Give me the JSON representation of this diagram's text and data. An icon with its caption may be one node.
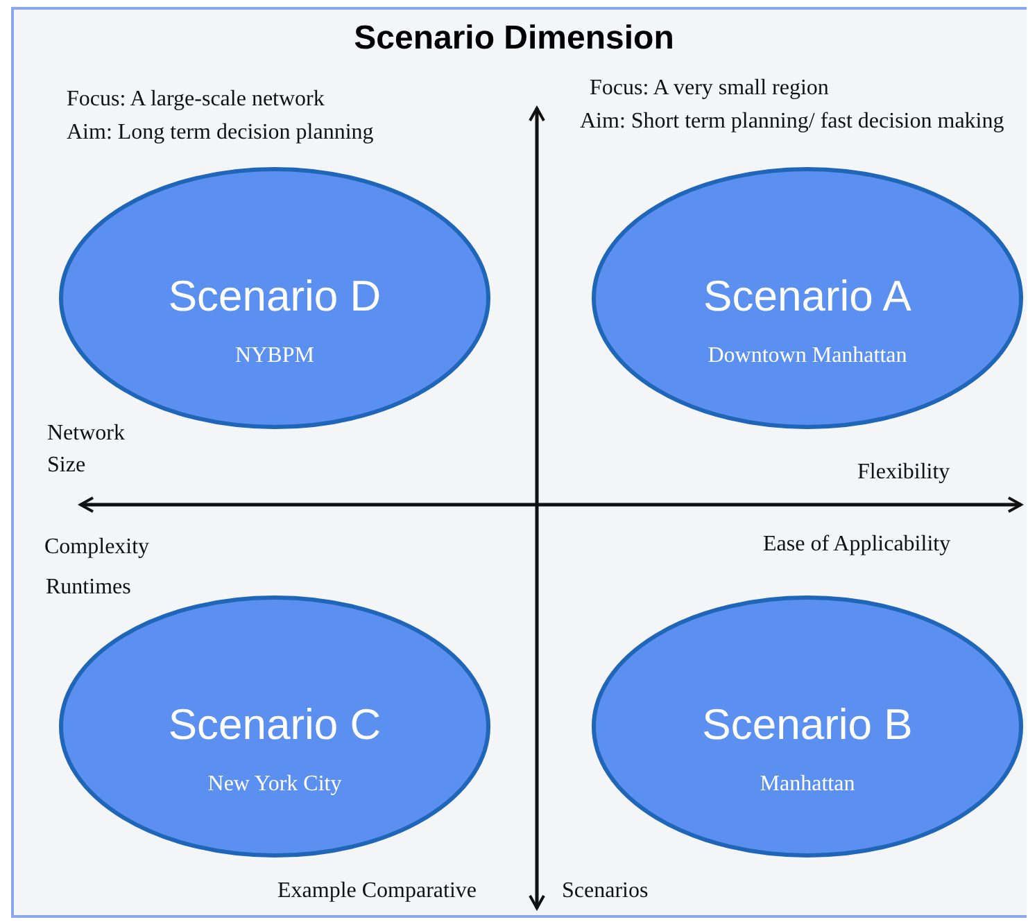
{
  "diagram": {
    "title": "Scenario Dimension",
    "nodes": [
      {
        "text": [
          "Scenario D",
          "NYBPM"
        ]
      },
      {
        "text": [
          "Scenario A",
          "Downtown Manhattan"
        ]
      },
      {
        "text": [
          "Scenario C",
          "New York City"
        ]
      },
      {
        "text": [
          "Scenario B",
          "Manhattan"
        ]
      }
    ],
    "labels": [
      "Focus: A large-scale network",
      "Aim: Long term decision planning",
      "Focus: A very small region",
      "Aim: Short term planning/ fast decision making",
      "Network Size",
      "Flexibility",
      "Complexity",
      "Ease of Applicability",
      "Runtimes",
      "Example Comparative",
      "Scenarios"
    ]
  }
}
